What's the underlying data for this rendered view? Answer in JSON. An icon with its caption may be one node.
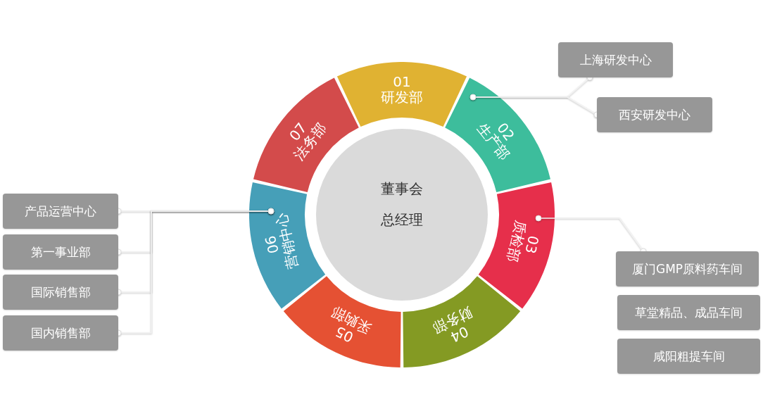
{
  "diagram": {
    "nodes": [
      {
        "text": [
          "董事会",
          "总经理"
        ]
      },
      {
        "text": [
          "01",
          "研发部"
        ]
      },
      {
        "text": [
          "02",
          "生产部"
        ]
      },
      {
        "text": [
          "03",
          "质检部"
        ]
      },
      {
        "text": [
          "04",
          "财务部"
        ]
      },
      {
        "text": [
          "05",
          "采购部"
        ]
      },
      {
        "text": [
          "06",
          "营销中心"
        ]
      },
      {
        "text": [
          "07",
          "法务部"
        ]
      },
      {
        "text": [
          "上海研发中心"
        ]
      },
      {
        "text": [
          "西安研发中心"
        ]
      },
      {
        "text": [
          "产品运营中心"
        ]
      },
      {
        "text": [
          "第一事业部"
        ]
      },
      {
        "text": [
          "国际销售部"
        ]
      },
      {
        "text": [
          "国内销售部"
        ]
      },
      {
        "text": [
          "厦门GMP原料药车间"
        ]
      },
      {
        "text": [
          "草堂精品、成品车间"
        ]
      },
      {
        "text": [
          "咸阳粗提车间"
        ]
      }
    ],
    "edges": [
      {
        "from": 2,
        "to": 8,
        "arrow": "other"
      },
      {
        "from": 2,
        "to": 9,
        "arrow": "other"
      },
      {
        "from": 6,
        "to": 10,
        "arrow": "other"
      },
      {
        "from": 6,
        "to": 11,
        "arrow": "other"
      },
      {
        "from": 6,
        "to": 12,
        "arrow": "other"
      },
      {
        "from": 6,
        "to": 13,
        "arrow": "other"
      },
      {
        "from": 3,
        "to": 14,
        "arrow": "other"
      }
    ]
  }
}
